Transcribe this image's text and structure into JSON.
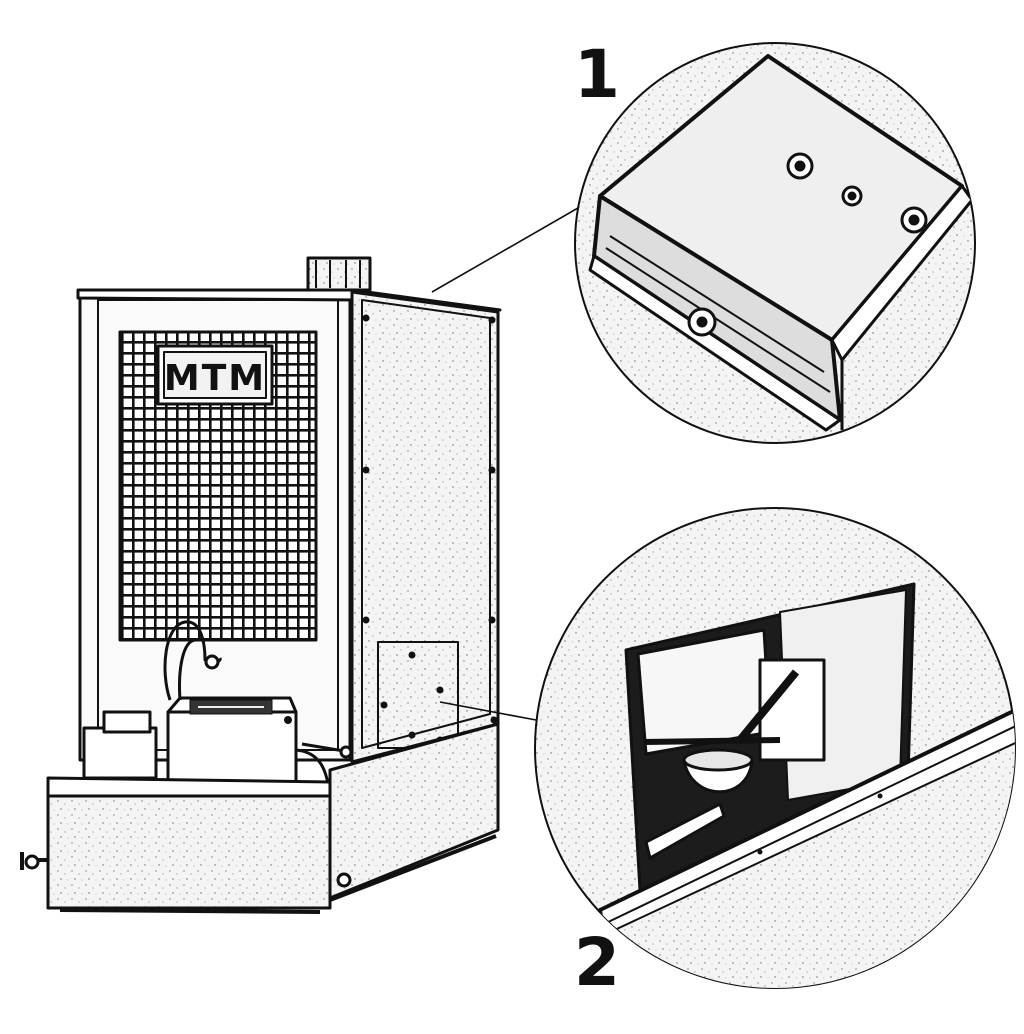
{
  "figure": {
    "brand_plate": "MTM",
    "callouts": [
      {
        "number": "1"
      },
      {
        "number": "2"
      }
    ]
  }
}
